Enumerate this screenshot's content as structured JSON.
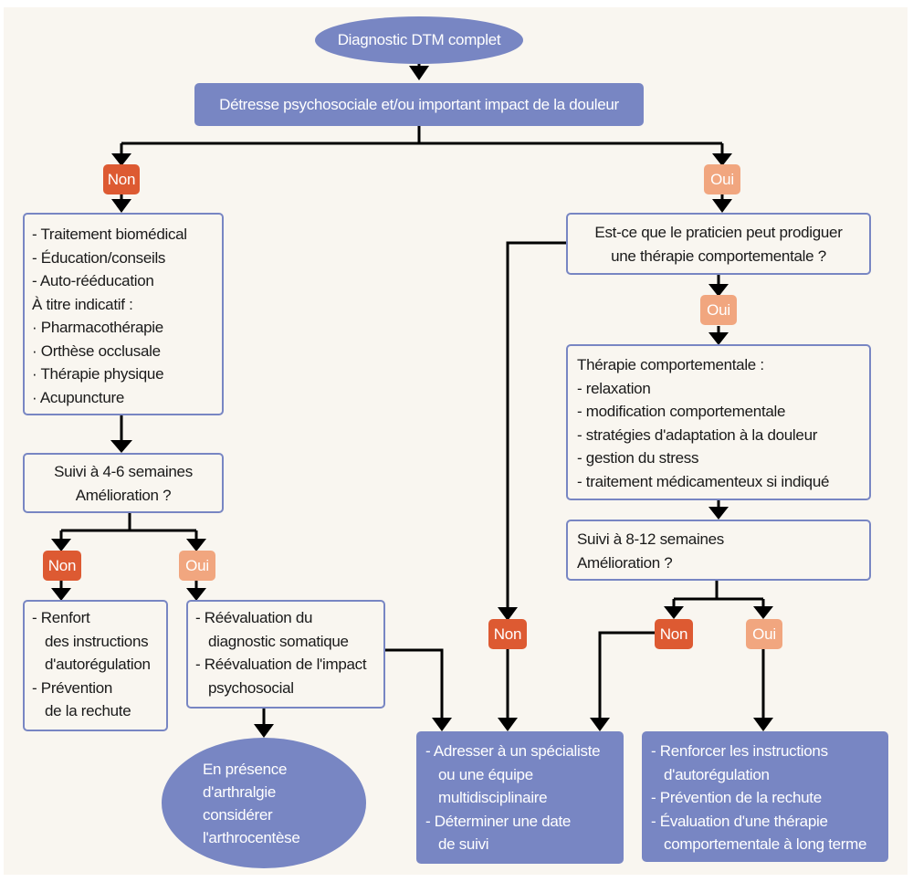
{
  "colors": {
    "background": "#f9f6f0",
    "node_fill": "#7886c3",
    "node_border": "#7886c3",
    "non_badge": "#dd5a32",
    "oui_badge": "#f1a67f",
    "arrow": "#000000"
  },
  "start": {
    "label": "Diagnostic DTM complet"
  },
  "question1": {
    "label": "Détresse psychosociale et/ou important impact de la douleur"
  },
  "badges": {
    "non": "Non",
    "oui": "Oui"
  },
  "left_treatment": {
    "lines": [
      "- Traitement biomédical",
      "- Éducation/conseils",
      "- Auto-rééducation",
      "À titre indicatif :",
      "· Pharmacothérapie",
      "· Orthèse occlusale",
      "· Thérapie physique",
      "· Acupuncture"
    ]
  },
  "followup_4_6": {
    "lines": [
      "Suivi à 4-6 semaines",
      "Amélioration ?"
    ]
  },
  "reinforce_left": {
    "lines": [
      "- Renfort",
      "des instructions",
      "d'autorégulation",
      "- Prévention",
      "de la rechute"
    ]
  },
  "reevaluation": {
    "lines": [
      "- Réévaluation du",
      "diagnostic somatique",
      "- Réévaluation de l'impact",
      "psychosocial"
    ]
  },
  "arthralgia": {
    "lines": [
      "En présence",
      "d'arthralgie",
      "considérer",
      "l'arthrocentèse"
    ]
  },
  "question2": {
    "lines": [
      "Est-ce que le praticien peut prodiguer",
      "une thérapie comportementale ?"
    ]
  },
  "behavioral_therapy": {
    "lines": [
      "Thérapie comportementale :",
      "- relaxation",
      "- modification comportementale",
      "- stratégies d'adaptation à la douleur",
      "- gestion du stress",
      "- traitement médicamenteux si indiqué"
    ]
  },
  "followup_8_12": {
    "lines": [
      "Suivi à 8-12 semaines",
      "Amélioration ?"
    ]
  },
  "refer_specialist": {
    "lines": [
      "- Adresser à un spécialiste",
      "ou une équipe",
      "multidisciplinaire",
      "- Déterminer une date",
      "de suivi"
    ]
  },
  "reinforce_right": {
    "lines": [
      "- Renforcer les instructions",
      "d'autorégulation",
      "- Prévention de la rechute",
      "- Évaluation d'une thérapie",
      "comportementale à long terme"
    ]
  }
}
